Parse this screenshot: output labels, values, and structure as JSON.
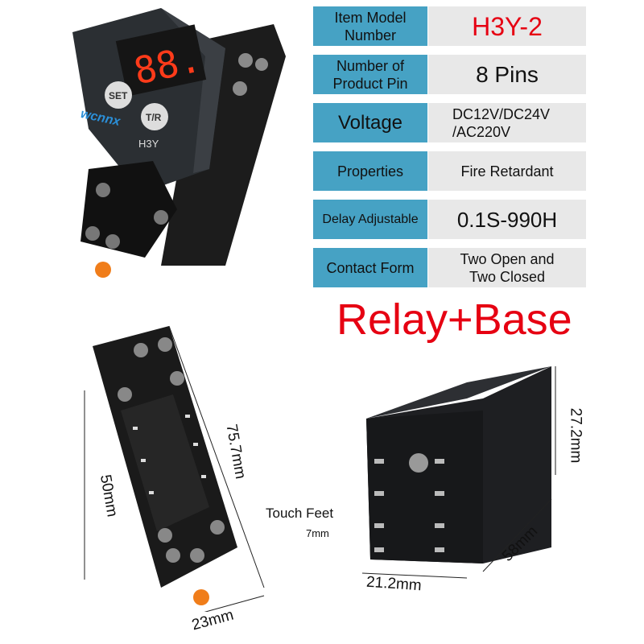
{
  "specs": [
    {
      "label": "Item Model Number",
      "value": "H3Y-2"
    },
    {
      "label": "Number of Product Pin",
      "value": "8 Pins"
    },
    {
      "label": "Voltage",
      "value": "DC12V/DC24V /AC220V"
    },
    {
      "label": "Properties",
      "value": "Fire Retardant"
    },
    {
      "label": "Delay Adjustable",
      "value": "0.1S-990H"
    },
    {
      "label": "Contact Form",
      "value": "Two Open and Two Closed"
    }
  ],
  "headline": "Relay+Base",
  "product": {
    "brand": "wcnnx",
    "model": "H3Y",
    "display": "88.",
    "buttons": {
      "set": "SET",
      "tr": "T/R"
    }
  },
  "dimensions": {
    "base_length": "75.7mm",
    "base_pitch": "50mm",
    "base_width": "23mm",
    "relay_height": "27.2mm",
    "relay_depth": "58mm",
    "relay_width": "21.2mm",
    "touch_feet": "Touch Feet",
    "feet_length": "7mm"
  },
  "colors": {
    "label_bg": "#46a2c4",
    "value_bg": "#e8e8e8",
    "accent_red": "#e60012"
  }
}
